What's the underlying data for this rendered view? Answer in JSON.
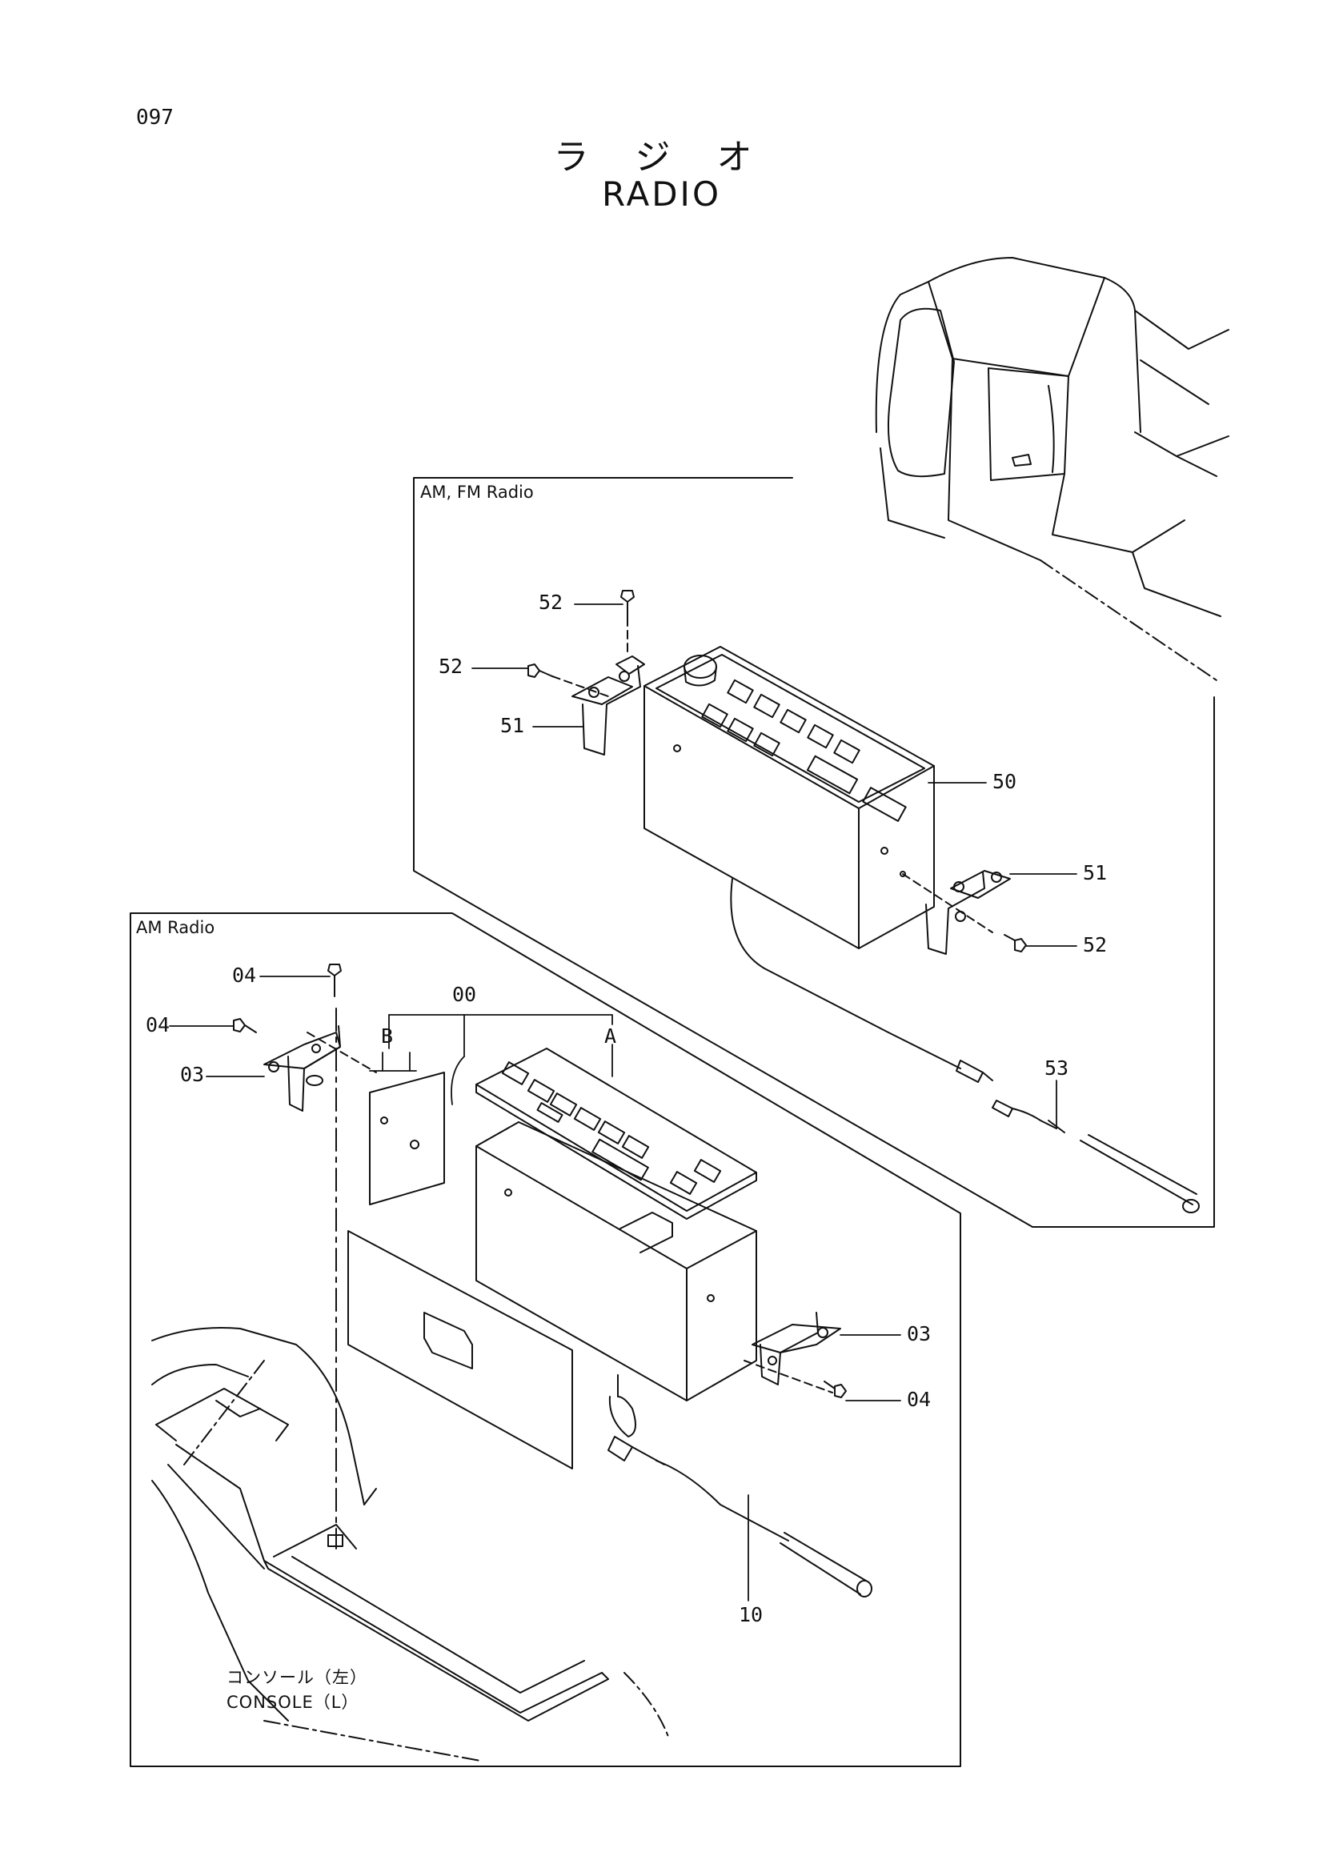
{
  "page": {
    "number": "097",
    "title_jp": "ラ ジ オ",
    "title_en": "RADIO"
  },
  "groups": {
    "am_fm": {
      "label": "AM, FM Radio"
    },
    "am": {
      "label": "AM Radio"
    }
  },
  "callouts": {
    "c52_top": "52",
    "c52_left": "52",
    "c51_left": "51",
    "c50": "50",
    "c51_right": "51",
    "c52_right": "52",
    "c53": "53",
    "c04_top": "04",
    "c04_left": "04",
    "c03_left": "03",
    "c00": "00",
    "cB": "B",
    "cA": "A",
    "c03_right": "03",
    "c04_right": "04",
    "c10": "10"
  },
  "console": {
    "label_jp": "コンソール（左）",
    "label_en": "CONSOLE（L）"
  },
  "icons": [
    "excavator-cab",
    "radio-unit",
    "bracket",
    "bolt",
    "antenna-cable",
    "console"
  ]
}
